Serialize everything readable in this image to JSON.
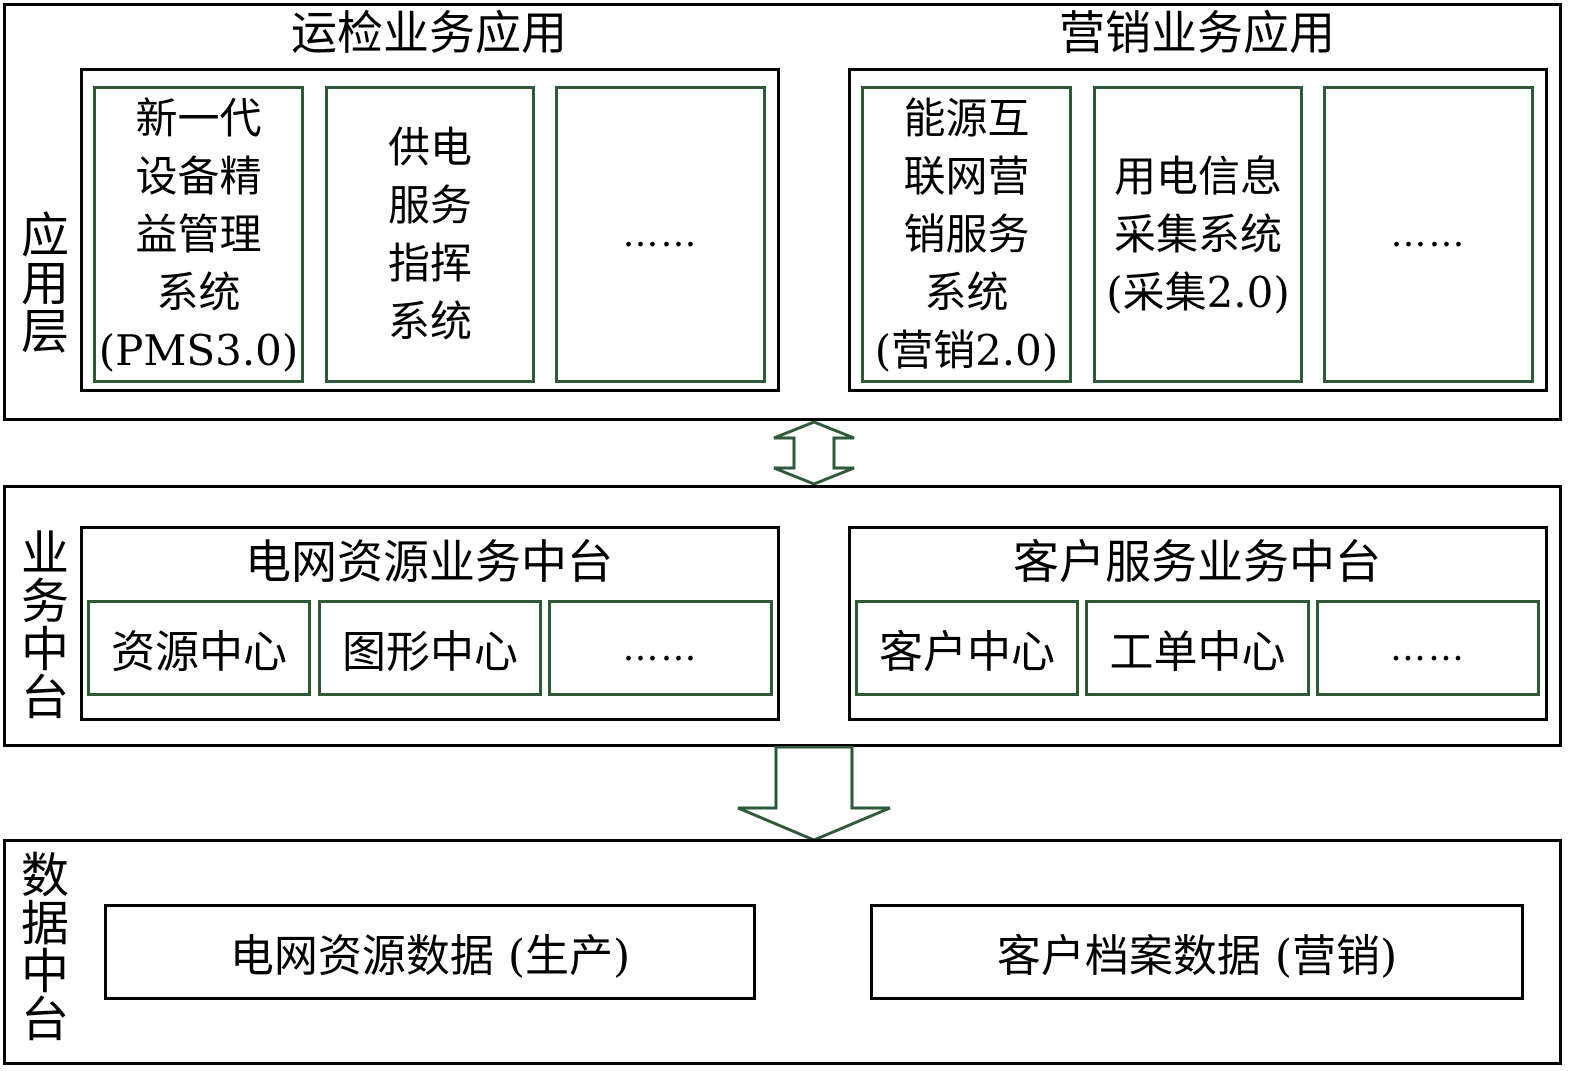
{
  "layers": {
    "application": {
      "label_chars": [
        "应",
        "用",
        "层"
      ],
      "groups": [
        {
          "title": "运检业务应用",
          "boxes": [
            {
              "lines": [
                "新一代",
                "设备精",
                "益管理",
                "系统",
                "(PMS3.0)"
              ]
            },
            {
              "lines": [
                "供电",
                "服务",
                "指挥",
                "系统"
              ]
            },
            {
              "lines": [
                "……"
              ]
            }
          ]
        },
        {
          "title": "营销业务应用",
          "boxes": [
            {
              "lines": [
                "能源互",
                "联网营",
                "销服务",
                "系统",
                "(营销2.0)"
              ]
            },
            {
              "lines": [
                "用电信息",
                "采集系统",
                "(采集2.0)"
              ]
            },
            {
              "lines": [
                "……"
              ]
            }
          ]
        }
      ]
    },
    "business": {
      "label_chars": [
        "业",
        "务",
        "中",
        "台"
      ],
      "groups": [
        {
          "title": "电网资源业务中台",
          "boxes": [
            "资源中心",
            "图形中心",
            "……"
          ]
        },
        {
          "title": "客户服务业务中台",
          "boxes": [
            "客户中心",
            "工单中心",
            "……"
          ]
        }
      ]
    },
    "data": {
      "label_chars": [
        "数",
        "据",
        "中",
        "台"
      ],
      "boxes": [
        "电网资源数据 (生产)",
        "客户档案数据 (营销)"
      ]
    }
  },
  "colors": {
    "border": "#000000",
    "inner_border": "#2e5a3a",
    "arrow": "#2e5a3a",
    "background": "#ffffff"
  }
}
